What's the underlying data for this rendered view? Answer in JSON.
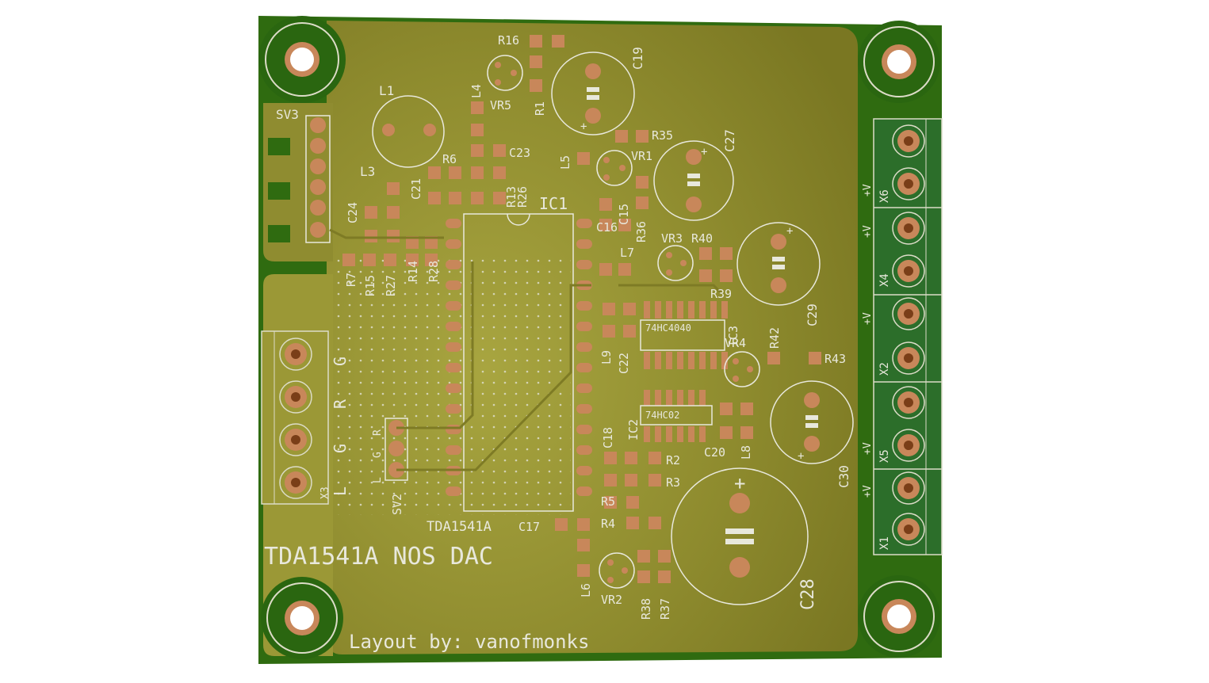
{
  "board": {
    "title": "TDA1541A NOS DAC",
    "credit": "Layout by: vanofmonks",
    "colors": {
      "base": "#2f6b10",
      "pour": "#8c8a2c",
      "pour_light": "#a4a33d",
      "pad": "#c8875a",
      "silk": "#e8e8dc",
      "hole": "#ffffff",
      "terminal": "#2c6e2a"
    }
  },
  "labels": {
    "ic1": "IC1",
    "ic1_part": "TDA1541A",
    "ic2": "IC2",
    "ic2_part": "74HC02",
    "ic3": "IC3",
    "ic3_part": "74HC4040",
    "sv3": "SV3",
    "sv2": "SV2",
    "x1": "X1",
    "x2": "X2",
    "x3": "X3",
    "x4": "X4",
    "x5": "X5",
    "x6": "X6",
    "c17": "C17",
    "c18": "C18",
    "c19": "C19",
    "c20": "C20",
    "c21": "C21",
    "c22": "C22",
    "c23": "C23",
    "c24": "C24",
    "c27": "C27",
    "c28": "C28",
    "c29": "C29",
    "c30": "C30",
    "c15": "C15",
    "c16": "C16",
    "l1": "L1",
    "l3": "L3",
    "l4": "L4",
    "l5": "L5",
    "l6": "L6",
    "l7": "L7",
    "l8": "L8",
    "l9": "L9",
    "r1": "R1",
    "r2": "R2",
    "r3": "R3",
    "r4": "R4",
    "r5": "R5",
    "r6": "R6",
    "r7": "R7",
    "r13": "R13",
    "r14": "R14",
    "r15": "R15",
    "r16": "R16",
    "r26": "R26",
    "r27": "R27",
    "r28": "R28",
    "r35": "R35",
    "r36": "R36",
    "r37": "R37",
    "r38": "R38",
    "r39": "R39",
    "r40": "R40",
    "r42": "R42",
    "r43": "R43",
    "vr1": "VR1",
    "vr2": "VR2",
    "vr3": "VR3",
    "vr4": "VR4",
    "vr5": "VR5",
    "x3_pins": [
      "L",
      "G",
      "R",
      "G"
    ],
    "sv2_pins": [
      "L",
      "G",
      "R"
    ],
    "plus_v": "+V",
    "plus": "+"
  }
}
